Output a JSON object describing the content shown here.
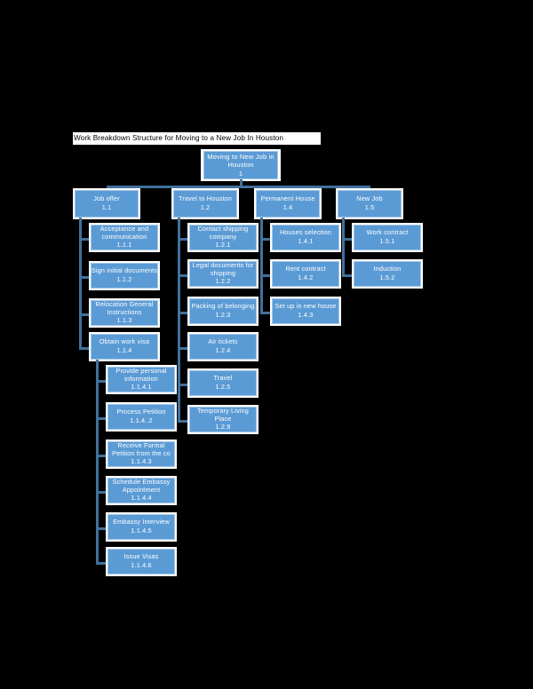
{
  "document": {
    "title": "Work Breakdown Structure for Moving to a New Job In Houston",
    "background_color": "#000000",
    "node_fill_color": "#5b9bd5",
    "node_border_color": "#a7c8e8",
    "connector_color": "#41719c",
    "node_text_color": "#ffffff"
  },
  "wbs": {
    "root": {
      "label": "Moving to New Job in Houston",
      "id": "1"
    },
    "level2": [
      {
        "label": "Job offer",
        "id": "1.1"
      },
      {
        "label": "Travel to Houston",
        "id": "1.2"
      },
      {
        "label": "Permanent House",
        "id": "1.4"
      },
      {
        "label": "New Job",
        "id": "1.5"
      }
    ],
    "job_offer_children": [
      {
        "label": "Acceptance and communication",
        "id": "1.1.1"
      },
      {
        "label": "Sign initial documents",
        "id": "1.1.2"
      },
      {
        "label": "Relocation General Instructions",
        "id": "1.1.3"
      },
      {
        "label": "Obtain work visa",
        "id": "1.1.4"
      }
    ],
    "obtain_work_visa_children": [
      {
        "label": "Provide personal information",
        "id": "1.1.4.1"
      },
      {
        "label": "Process Petition",
        "id": "1.1.4..2"
      },
      {
        "label": "Receive Formal Petition from the co",
        "id": "1.1.4.3"
      },
      {
        "label": "Schedule Embassy Appointment",
        "id": "1.1.4.4"
      },
      {
        "label": "Embassy Interview",
        "id": "1.1.4.5"
      },
      {
        "label": "Issue Visas",
        "id": "1.1.4.6"
      }
    ],
    "travel_children": [
      {
        "label": "Contact shipping company",
        "id": "1.2.1"
      },
      {
        "label": "Legal documents for shipping",
        "id": "1.2.2"
      },
      {
        "label": "Packing of belonging",
        "id": "1.2.3"
      },
      {
        "label": "Air tickets",
        "id": "1.2.4"
      },
      {
        "label": "Travel",
        "id": "1.2.5"
      },
      {
        "label": "Temporary Living Place",
        "id": "1.2.9"
      }
    ],
    "permanent_house_children": [
      {
        "label": "Houses selection",
        "id": "1.4.1"
      },
      {
        "label": "Rent contract",
        "id": "1.4.2"
      },
      {
        "label": "Set up in new house",
        "id": "1.4.3"
      }
    ],
    "new_job_children": [
      {
        "label": "Work contract",
        "id": "1.5.1"
      },
      {
        "label": "Induction",
        "id": "1.5.2"
      }
    ]
  }
}
